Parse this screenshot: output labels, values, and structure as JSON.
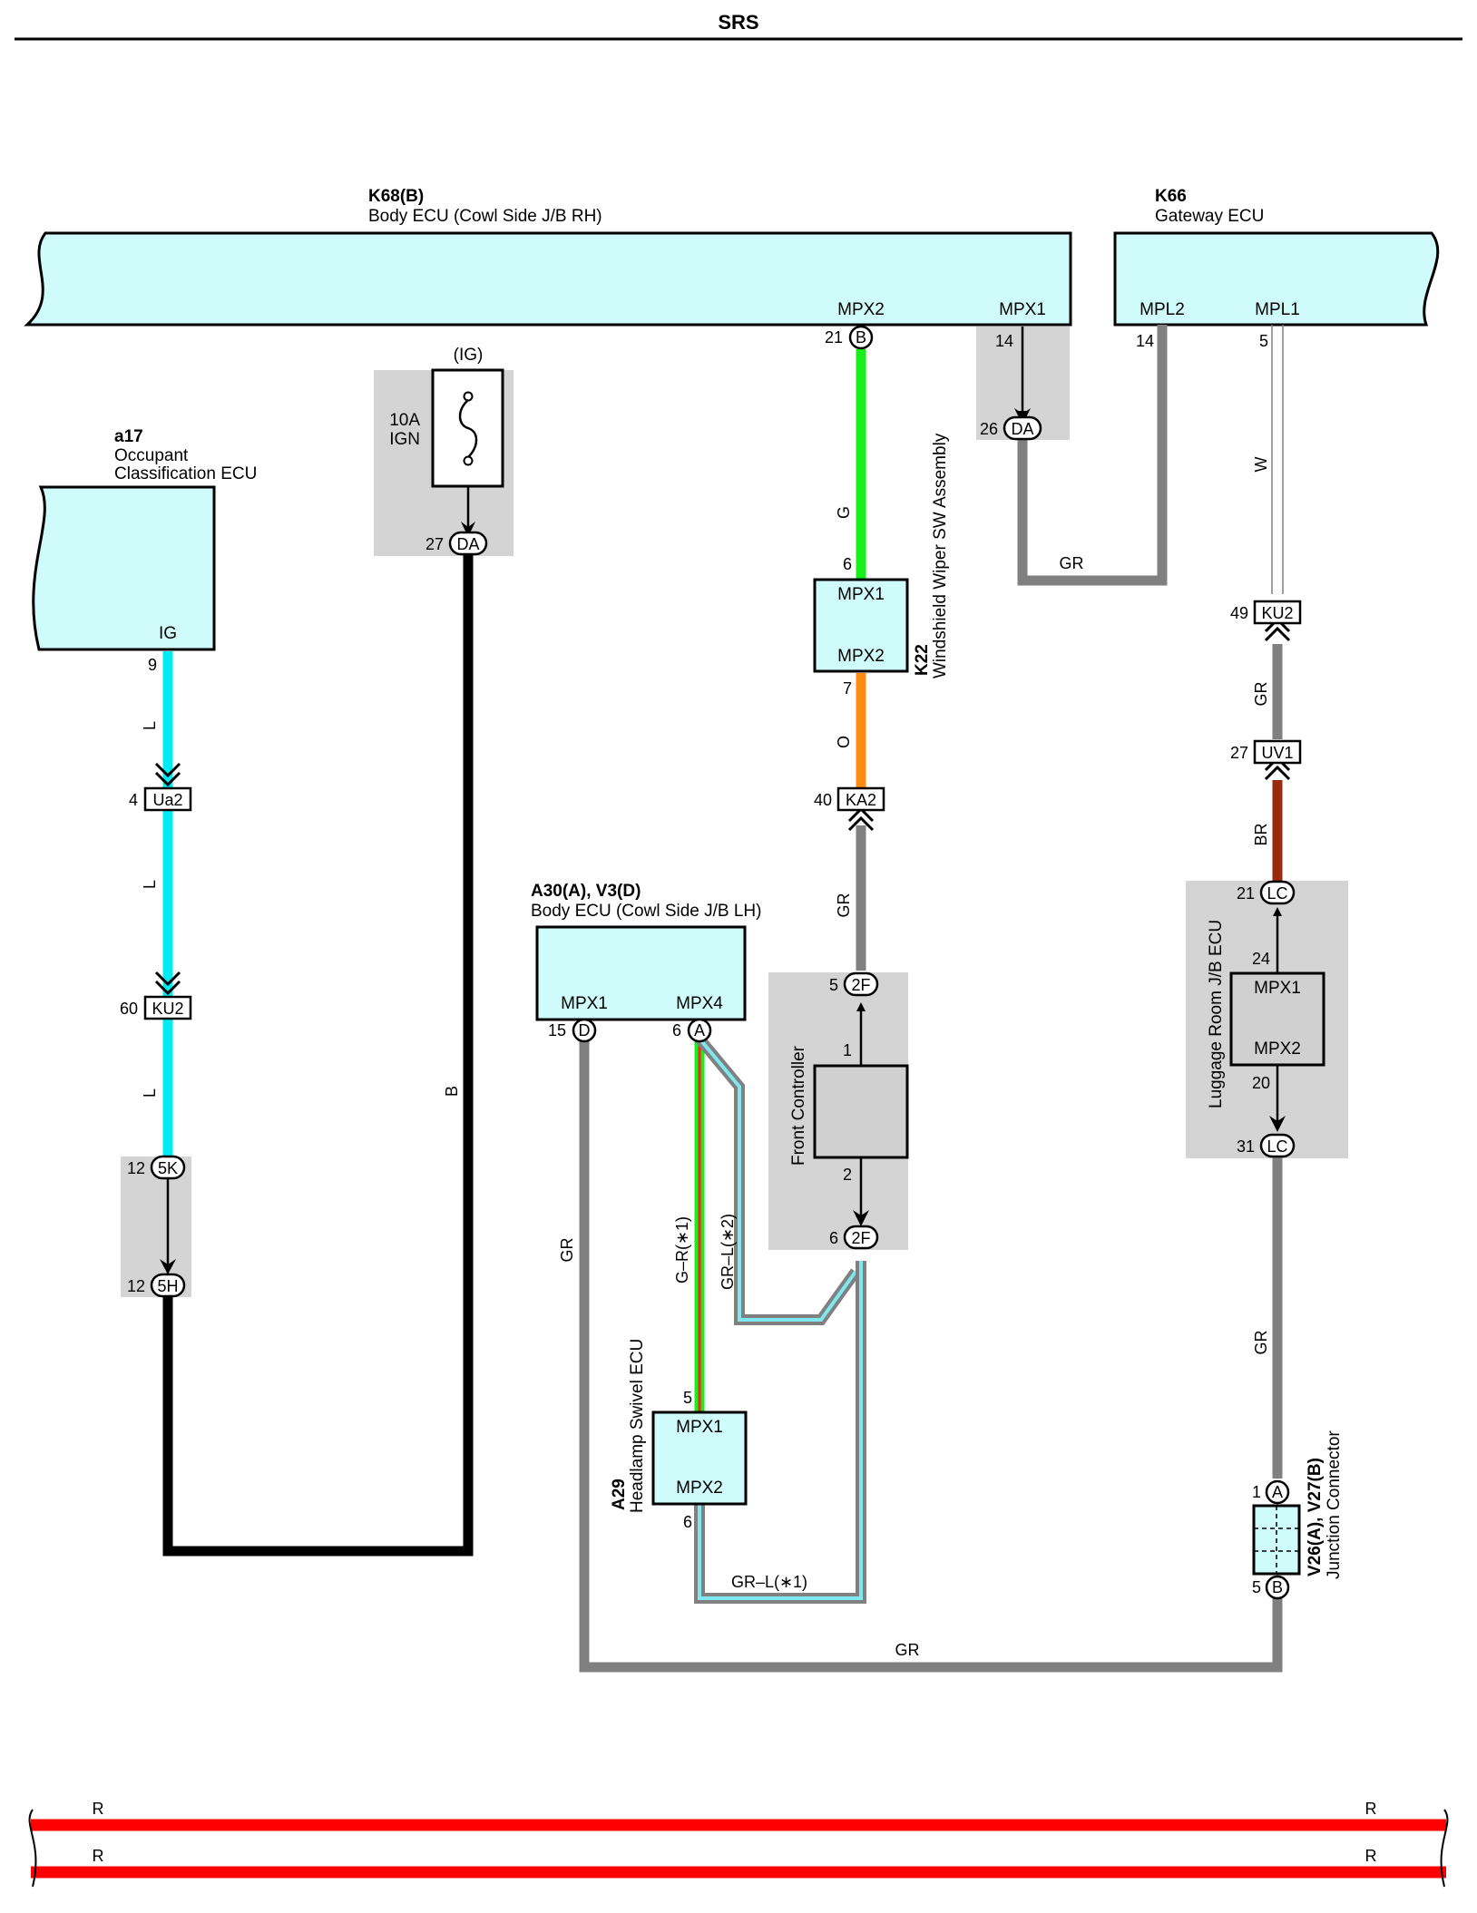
{
  "header": {
    "title": "SRS"
  },
  "components": {
    "k68": {
      "code": "K68(B)",
      "name": "Body ECU (Cowl Side J/B RH)",
      "pin_mpx2": "MPX2",
      "pin_mpx1": "MPX1"
    },
    "k66": {
      "code": "K66",
      "name": "Gateway ECU",
      "pin_mpl2": "MPL2",
      "pin_mpl1": "MPL1"
    },
    "a17": {
      "code": "a17",
      "name_line1": "Occupant",
      "name_line2": "Classification ECU",
      "pin": "IG"
    },
    "fuse": {
      "circuit": "(IG)",
      "rating": "10A",
      "name": "IGN"
    },
    "k22": {
      "code": "K22",
      "name": "Windshield Wiper SW Assembly",
      "pin1": "MPX1",
      "pin2": "MPX2"
    },
    "a30": {
      "code": "A30(A), V3(D)",
      "name": "Body ECU (Cowl Side J/B LH)",
      "pin1": "MPX1",
      "pin2": "MPX4"
    },
    "front_controller": {
      "name": "Front Controller"
    },
    "a29": {
      "code": "A29",
      "name": "Headlamp Swivel ECU",
      "pin1": "MPX1",
      "pin2": "MPX2"
    },
    "luggage": {
      "name": "Luggage Room J/B ECU",
      "pin1": "MPX1",
      "pin2": "MPX2"
    },
    "v26": {
      "code": "V26(A), V27(B)",
      "name": "Junction Connector"
    }
  },
  "connectors": {
    "ua2": "Ua2",
    "ku2": "KU2",
    "k5": "5K",
    "h5": "5H",
    "da": "DA",
    "b": "B",
    "ka2": "KA2",
    "f2": "2F",
    "d": "D",
    "a": "A",
    "uv1": "UV1",
    "lc": "LC",
    "jb": "B",
    "ja": "A"
  },
  "pins": {
    "a17_ig": "9",
    "ua2": "4",
    "ku2_left": "60",
    "k5": "12",
    "h5": "12",
    "fuse_da": "27",
    "k68_mpx2": "21",
    "k68_mpx1": "14",
    "da_26": "26",
    "k66_mpl2": "14",
    "k66_mpl1": "5",
    "k22_in": "6",
    "k22_out": "7",
    "ka2": "40",
    "f2_top": "5",
    "fc_1": "1",
    "fc_2": "2",
    "f2_bot": "6",
    "a30_d": "15",
    "a30_a": "6",
    "a29_in": "5",
    "a29_out": "6",
    "ku2_right": "49",
    "uv1": "27",
    "lc_top": "21",
    "lum_24": "24",
    "lum_20": "20",
    "lc_bot": "31",
    "jc_a": "1",
    "jc_b": "5"
  },
  "wires": {
    "L": "L",
    "B": "B",
    "G": "G",
    "O": "O",
    "GR": "GR",
    "W": "W",
    "BR": "BR",
    "R": "R",
    "g_r_1": "G–R(∗1)",
    "gr_l_2": "GR–L(∗2)",
    "gr_l_1": "GR–L(∗1)"
  },
  "colors": {
    "light_blue": "#00ecf4",
    "green": "#18ee18",
    "orange": "#ff8c10",
    "gray": "#808080",
    "brown": "#9a2a0e",
    "red": "#ff0000",
    "ecu_fill": "#cffbfb",
    "shade": "#d4d4d4"
  }
}
